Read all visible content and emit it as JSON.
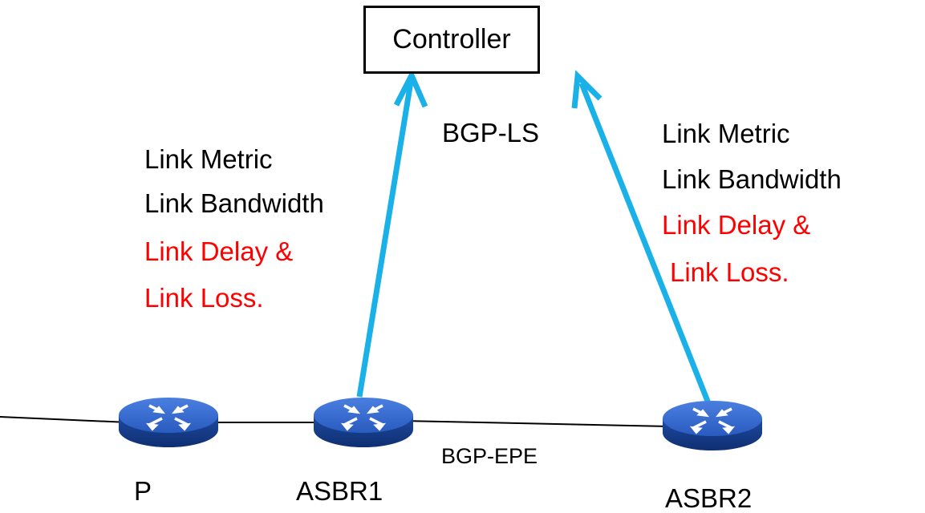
{
  "controller": {
    "label": "Controller"
  },
  "protocols": {
    "bgp_ls": "BGP-LS",
    "bgp_epe": "BGP-EPE"
  },
  "left_attributes": {
    "line1": "Link Metric",
    "line2": "Link Bandwidth",
    "line3": "Link Delay &",
    "line4": "Link Loss."
  },
  "right_attributes": {
    "line1": "Link Metric",
    "line2": "Link Bandwidth",
    "line3": "Link Delay &",
    "line4": "Link Loss."
  },
  "nodes": {
    "p": "P",
    "asbr1": "ASBR1",
    "asbr2": "ASBR2"
  },
  "colors": {
    "arrow": "#1ab0e8",
    "highlight_text": "#ff0000",
    "router_body": "#1f4fa8",
    "router_top": "#3c6fd1",
    "line": "#000000"
  },
  "icons": {
    "router": "router-icon"
  }
}
